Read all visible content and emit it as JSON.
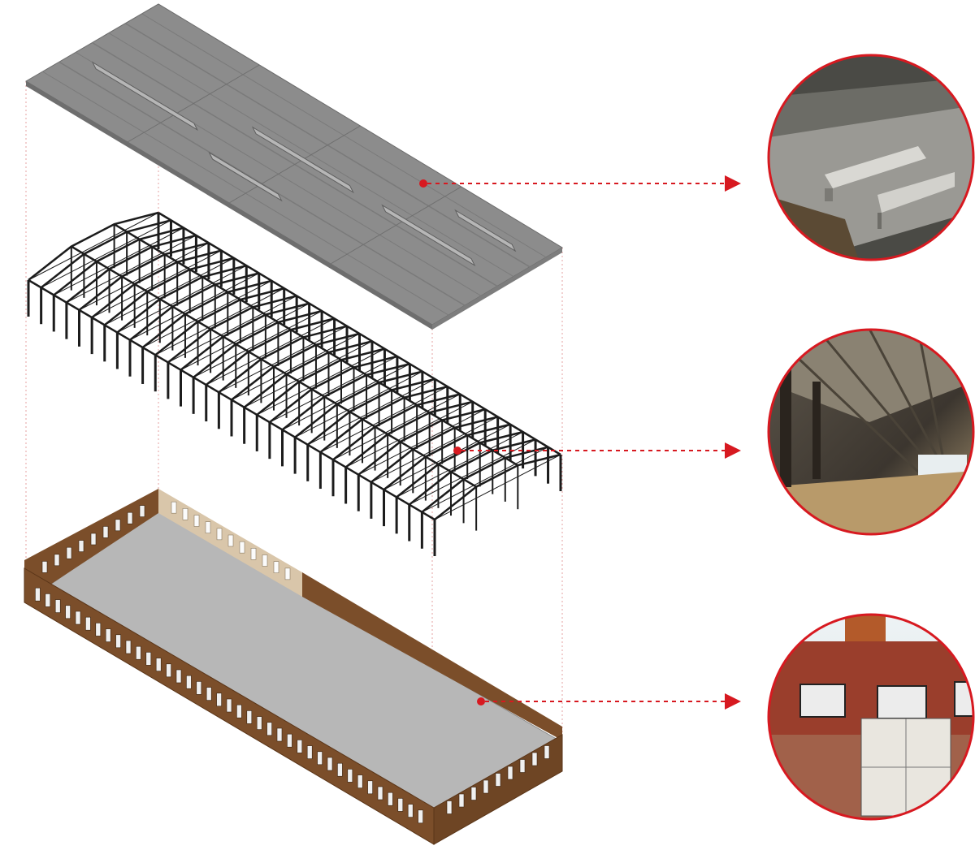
{
  "diagram": {
    "type": "exploded-axonometric",
    "accent_color": "#d71920",
    "layers": [
      {
        "id": "roof",
        "photo_icon": "roof-photo-icon"
      },
      {
        "id": "structure",
        "photo_icon": "steel-structure-photo-icon"
      },
      {
        "id": "walls",
        "photo_icon": "brick-wall-photo-icon"
      }
    ],
    "colors": {
      "roof": "#8f8f8f",
      "roof_dark": "#7a7a7a",
      "skylight": "#b5b5b5",
      "steel": "#1c1c1c",
      "brick": "#7b4e2a",
      "brick_light": "#d9c6aa",
      "floor": "#b9b9b9",
      "window": "#f2f2f2",
      "guide": "#e6a0a0"
    }
  }
}
